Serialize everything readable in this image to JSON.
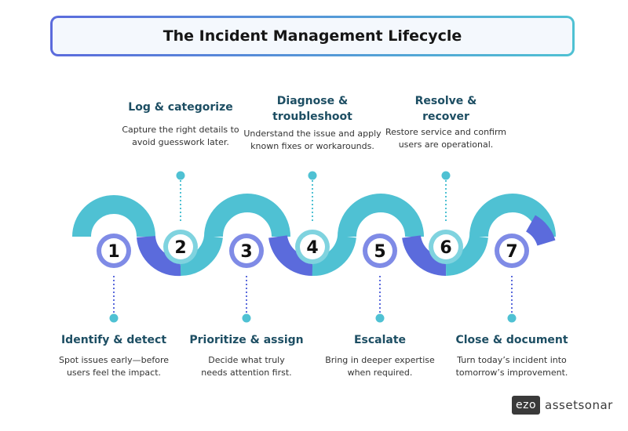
{
  "title": "The Incident Management Lifecycle",
  "steps": [
    {
      "num": "1",
      "title": "Identify & detect",
      "desc1": "Spot issues early—before",
      "desc2": "users feel the impact."
    },
    {
      "num": "2",
      "title": "Log & categorize",
      "desc1": "Capture the right details to",
      "desc2": "avoid guesswork later."
    },
    {
      "num": "3",
      "title": "Prioritize & assign",
      "desc1": "Decide what truly",
      "desc2": "needs attention first."
    },
    {
      "num": "4",
      "title1": "Diagnose &",
      "title2": "troubleshoot",
      "desc1": "Understand the issue and apply",
      "desc2": "known fixes or workarounds."
    },
    {
      "num": "5",
      "title": "Escalate",
      "desc1": "Bring in deeper expertise",
      "desc2": "when required."
    },
    {
      "num": "6",
      "title1": "Resolve &",
      "title2": "recover",
      "desc1": "Restore service and confirm",
      "desc2": "users are operational."
    },
    {
      "num": "7",
      "title": "Close & document",
      "desc1": "Turn today’s incident into",
      "desc2": "tomorrow’s improvement."
    }
  ],
  "logo": {
    "badge": "ezo",
    "name": "assetsonar"
  },
  "colors": {
    "teal": "#4fc1d3",
    "indigo": "#5b6bdc",
    "dark": "#1d4e63"
  }
}
